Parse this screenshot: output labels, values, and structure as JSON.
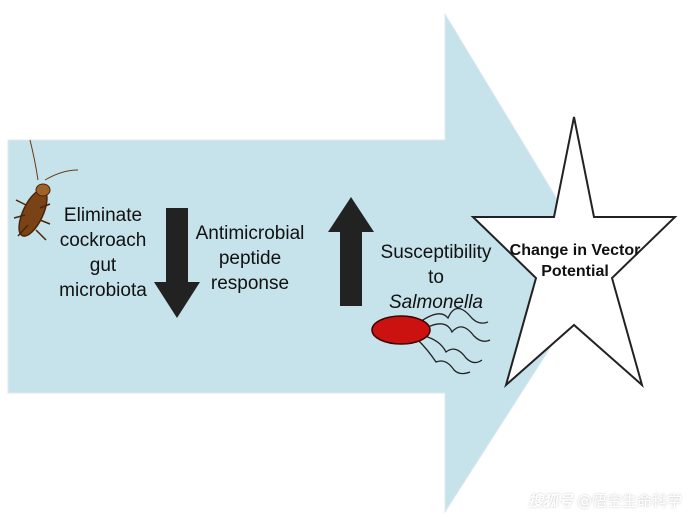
{
  "colors": {
    "arrow_fill": "#c6e2eb",
    "dark_arrow": "#222222",
    "bacterium": "#cc1111",
    "star_fill": "#ffffff",
    "star_stroke": "#222222"
  },
  "icons": {
    "cockroach": "cockroach-icon",
    "down_arrow": "arrow-down-icon",
    "up_arrow": "arrow-up-icon",
    "bacterium": "bacterium-icon",
    "star": "star-shape"
  },
  "steps": {
    "eliminate": {
      "line1": "Eliminate",
      "line2": "cockroach gut",
      "line3": "microbiota"
    },
    "amp": {
      "line1": "Antimicrobial",
      "line2": "peptide",
      "line3": "response"
    },
    "susceptibility": {
      "line1": "Susceptibility to",
      "line2": "Salmonella"
    },
    "outcome": {
      "line1": "Change in Vector",
      "line2": "Potential"
    }
  },
  "watermark": {
    "logo": "搜狐号",
    "text": "@悟空生命科学"
  }
}
